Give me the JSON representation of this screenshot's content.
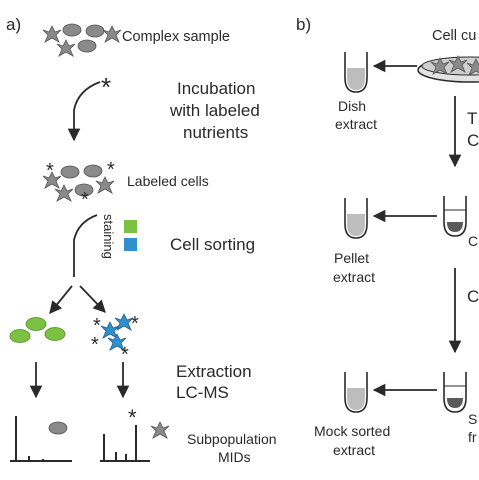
{
  "panel_a": {
    "label": "a)",
    "complex_sample": "Complex sample",
    "incubation": [
      "Incubation",
      "with labeled",
      "nutrients"
    ],
    "labeled_cells": "Labeled cells",
    "staining": "staining",
    "cell_sorting": "Cell sorting",
    "extraction": [
      "Extraction",
      "LC-MS"
    ],
    "subpopulation": [
      "Subpopulation",
      "MIDs"
    ],
    "label_symbol": "*"
  },
  "panel_b": {
    "label": "b)",
    "cell_culture": "Cell cu",
    "dish_extract": [
      "Dish",
      "extract"
    ],
    "step1": [
      "T",
      "C"
    ],
    "pellet_right": "C",
    "pellet_extract": [
      "Pellet",
      "extract"
    ],
    "step2": "C",
    "sorted_right": [
      "S",
      "fr"
    ],
    "mock_sorted_extract": [
      "Mock sorted",
      "extract"
    ]
  },
  "colors": {
    "ink": "#2a2a2a",
    "cell_grey": "#8a8a8a",
    "stain_green": "#7cc242",
    "stain_blue": "#2f8fcf",
    "liquid_grey": "#bdbdbd",
    "pellet_dark": "#5a5a5a"
  }
}
